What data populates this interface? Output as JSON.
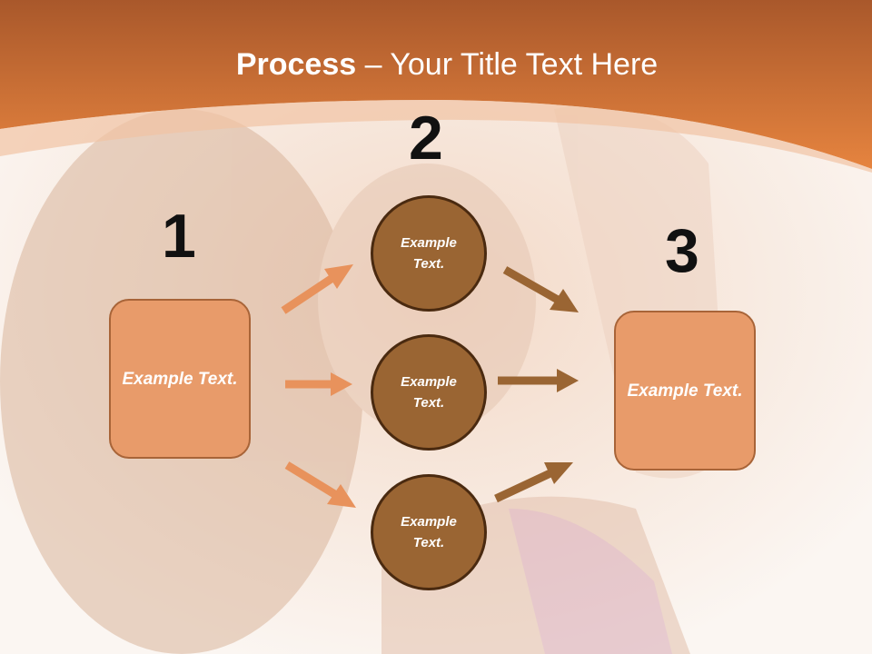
{
  "slide": {
    "title_bold": "Process",
    "title_rest": " – Your Title Text Here"
  },
  "steps": {
    "step1": {
      "number": "1",
      "text": "Example Text."
    },
    "step2": {
      "number": "2",
      "items": [
        "Example Text.",
        "Example Text.",
        "Example Text."
      ]
    },
    "step3": {
      "number": "3",
      "text": "Example Text."
    }
  },
  "colors": {
    "header": "#e07a3a",
    "box_fill": "#e89b6a",
    "circle_fill": "#9a6533",
    "arrow_light": "#e8925c",
    "arrow_dark": "#9a6533"
  }
}
